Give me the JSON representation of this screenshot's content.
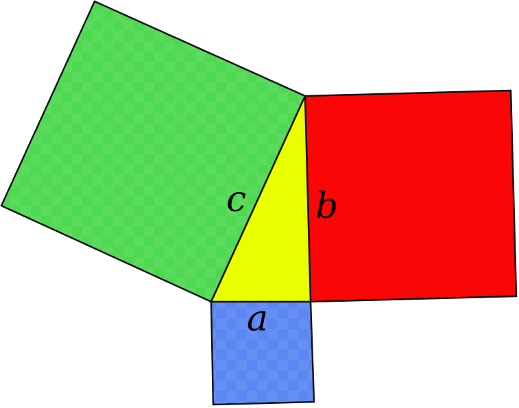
{
  "labels": {
    "a": "a",
    "b": "b",
    "c": "c"
  },
  "colors": {
    "square_a": "#5a87f2",
    "square_b": "#fb0606",
    "square_c": "#4fd851",
    "triangle": "#e9ff00",
    "stroke": "#111111",
    "checker_light": "#ffffff"
  }
}
